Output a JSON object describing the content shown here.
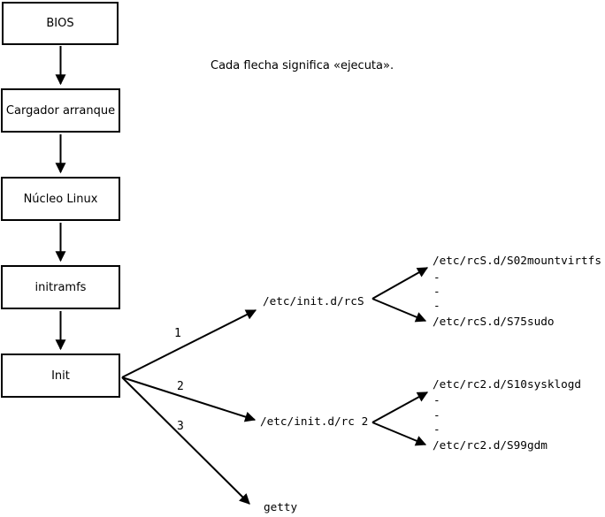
{
  "note": "Cada flecha significa «ejecuta».",
  "boxes": [
    {
      "label": "BIOS"
    },
    {
      "label": "Cargador arranque"
    },
    {
      "label": "Núcleo Linux"
    },
    {
      "label": "initramfs"
    },
    {
      "label": "Init"
    }
  ],
  "numbers": [
    "1",
    "2",
    "3"
  ],
  "targets": {
    "rcs": "/etc/init.d/rcS",
    "rc2": "/etc/init.d/rc 2",
    "getty": "getty"
  },
  "rcs": {
    "first": "/etc/rcS.d/S02mountvirtfs",
    "dots": [
      "-",
      "-",
      "-"
    ],
    "last": "/etc/rcS.d/S75sudo"
  },
  "rc2": {
    "first": "/etc/rc2.d/S10sysklogd",
    "dots": [
      "-",
      "-",
      "-"
    ],
    "last": "/etc/rc2.d/S99gdm"
  },
  "colors": {
    "ink": "#000000",
    "paper": "#ffffff"
  }
}
